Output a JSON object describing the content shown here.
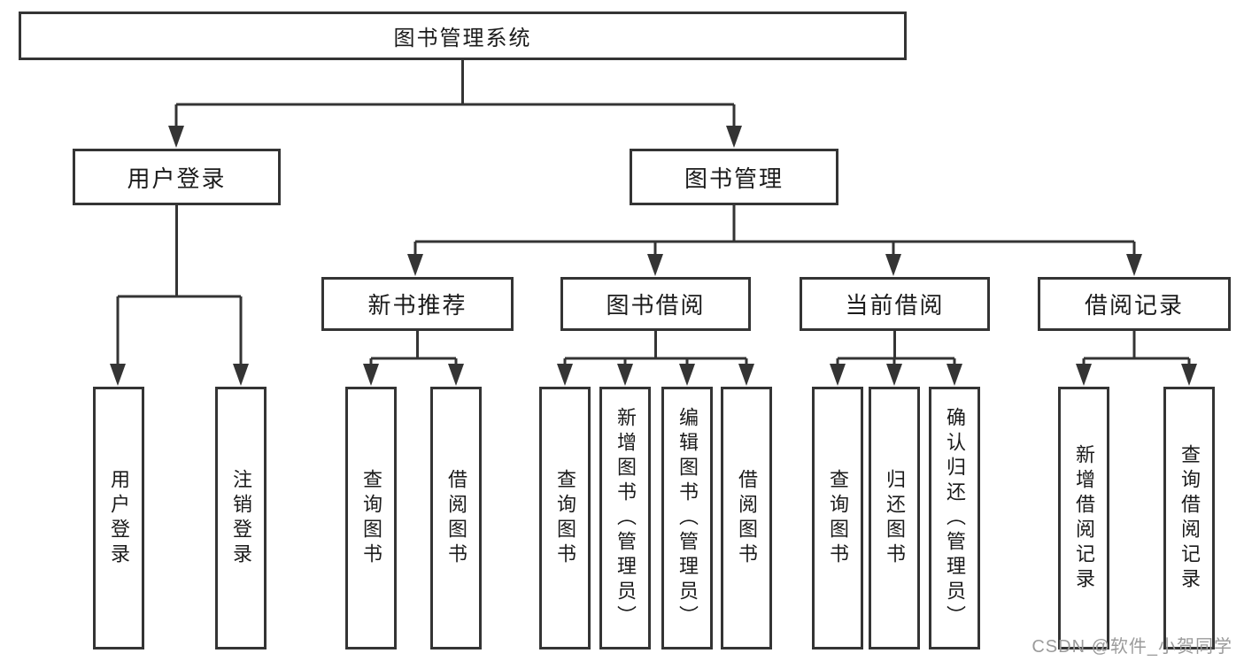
{
  "tree": {
    "label": "图书管理系统",
    "children": [
      {
        "label": "用户登录",
        "children": [
          {
            "label": "用户登录"
          },
          {
            "label": "注销登录"
          }
        ]
      },
      {
        "label": "图书管理",
        "children": [
          {
            "label": "新书推荐",
            "children": [
              {
                "label": "查询图书"
              },
              {
                "label": "借阅图书"
              }
            ]
          },
          {
            "label": "图书借阅",
            "children": [
              {
                "label": "查询图书"
              },
              {
                "label": "新增图书（管理员）"
              },
              {
                "label": "编辑图书（管理员）"
              },
              {
                "label": "借阅图书"
              }
            ]
          },
          {
            "label": "当前借阅",
            "children": [
              {
                "label": "查询图书"
              },
              {
                "label": "归还图书"
              },
              {
                "label": "确认归还（管理员）"
              }
            ]
          },
          {
            "label": "借阅记录",
            "children": [
              {
                "label": "新增借阅记录"
              },
              {
                "label": "查询借阅记录"
              }
            ]
          }
        ]
      }
    ]
  },
  "watermark": {
    "text": "CSDN @软件_小贺同学"
  },
  "colors": {
    "line": "#343434",
    "text": "#1b1b1b",
    "background": "#ffffff",
    "watermark": "#9b9b9b"
  }
}
